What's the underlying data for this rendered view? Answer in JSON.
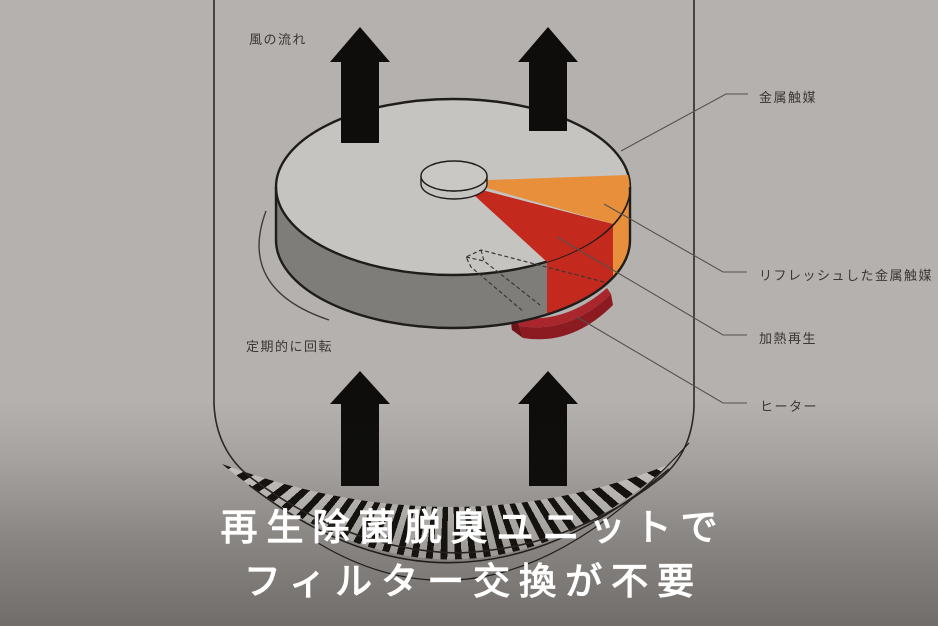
{
  "labels": {
    "airflow": "風の流れ",
    "rotation": "定期的に回転",
    "metal_catalyst": "金属触媒",
    "refreshed_metal_catalyst": "リフレッシュした金属触媒",
    "heat_regeneration": "加熱再生",
    "heater": "ヒーター"
  },
  "caption": {
    "line1": "再生除菌脱臭ユニットで",
    "line2": "フィルター交換が不要"
  },
  "colors": {
    "background": "#b4b1ae",
    "disc_top": "#c6c4c1",
    "disc_side": "#7f7d7a",
    "hub_top": "#cac8c5",
    "catalyst_orange": "#e88f3b",
    "regeneration_red": "#c3291d",
    "heater_top": "#a8262c",
    "heater_front": "#8c1b21",
    "heater_end": "#701318",
    "arrow_black": "#0e0d0b",
    "outline_dark": "#1f1d1b",
    "caption_white": "#ffffff"
  }
}
